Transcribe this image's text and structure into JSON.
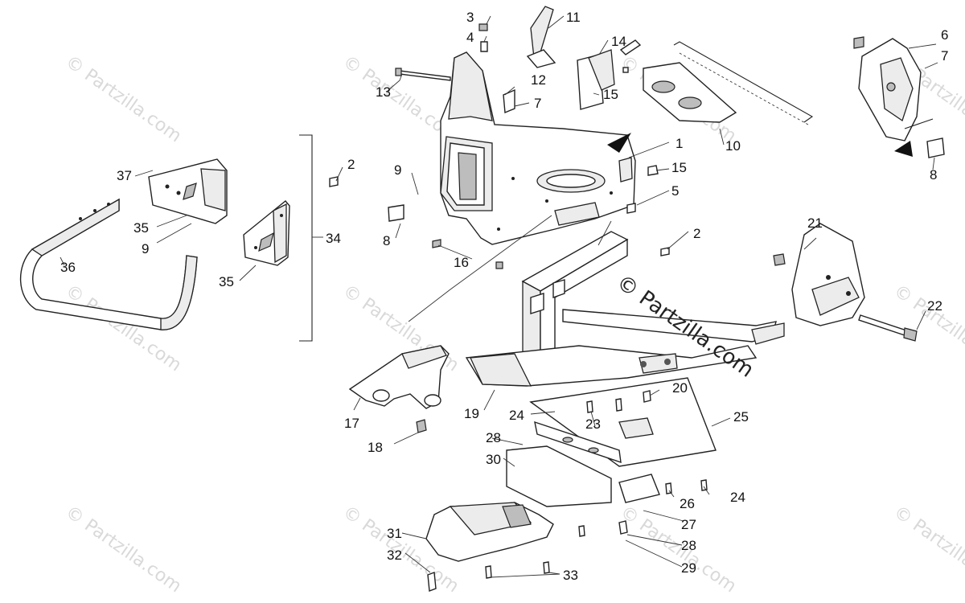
{
  "watermark": "© Partzilla.com",
  "center_watermark": "© Partzilla.com",
  "callouts": {
    "c1": "1",
    "c2a": "2",
    "c2b": "2",
    "c3": "3",
    "c4": "4",
    "c5": "5",
    "c6": "6",
    "c7a": "7",
    "c7b": "7",
    "c8a": "8",
    "c8b": "8",
    "c9a": "9",
    "c9b": "9",
    "c10": "10",
    "c11": "11",
    "c12": "12",
    "c13": "13",
    "c14": "14",
    "c15a": "15",
    "c15b": "15",
    "c16": "16",
    "c17": "17",
    "c18": "18",
    "c19": "19",
    "c20": "20",
    "c21": "21",
    "c22": "22",
    "c23": "23",
    "c24a": "24",
    "c24b": "24",
    "c25": "25",
    "c26": "26",
    "c27": "27",
    "c28a": "28",
    "c28b": "28",
    "c29": "29",
    "c30": "30",
    "c31": "31",
    "c32": "32",
    "c33": "33",
    "c34": "34",
    "c35a": "35",
    "c35b": "35",
    "c36": "36",
    "c37": "37"
  }
}
